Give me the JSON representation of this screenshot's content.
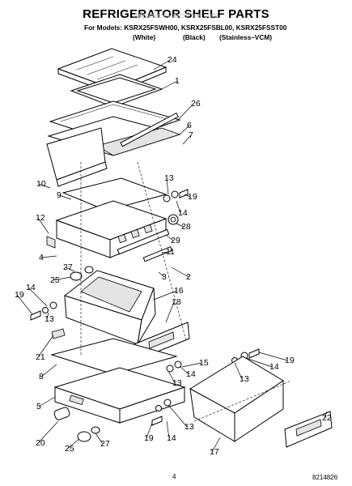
{
  "header": {
    "title": "REFRIGERATOR SHELF PARTS",
    "watermark": "AppliancePartsPros.com",
    "models_line": "For Models: KSRX25FSWH00, KSRX25FSBL00, KSRX25FSST00",
    "variants": [
      "(White)",
      "(Black)",
      "(Stainless–VCM)"
    ]
  },
  "callouts": [
    "24",
    "1",
    "26",
    "6",
    "7",
    "10",
    "9",
    "13",
    "19",
    "14",
    "28",
    "12",
    "29",
    "4",
    "11",
    "27",
    "3",
    "2",
    "25",
    "16",
    "18",
    "19",
    "14",
    "13",
    "21",
    "15",
    "19",
    "14",
    "8",
    "13",
    "14",
    "13",
    "22",
    "5",
    "19",
    "14",
    "13",
    "20",
    "25",
    "27",
    "17"
  ],
  "footer": {
    "page_number": "4",
    "doc_number": "8214826"
  }
}
